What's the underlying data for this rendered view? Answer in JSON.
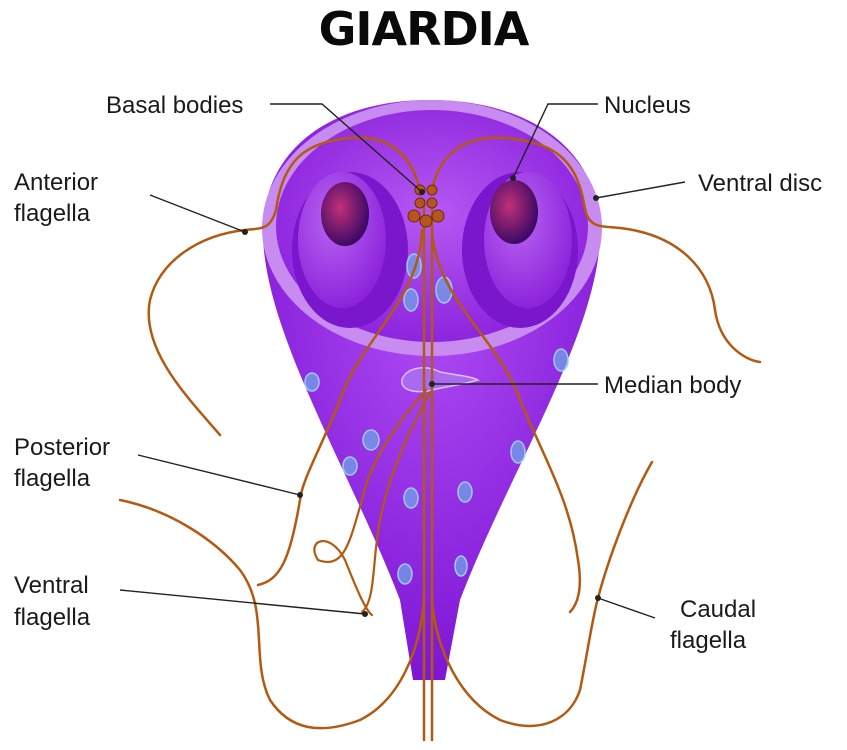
{
  "title": "GIARDIA",
  "colors": {
    "body": "#8a1de0",
    "body_light": "#c98af2",
    "disc_inner": "#a93df0",
    "nucleus_outer": "#9a30e6",
    "nucleus_inner": "#5a0f8a",
    "flagella": "#b25a10",
    "vesicle": "#7ab0e8"
  },
  "labels": {
    "basal_bodies": "Basal bodies",
    "nucleus": "Nucleus",
    "anterior_1": "Anterior",
    "anterior_2": "flagella",
    "ventral_disc": "Ventral disc",
    "median_body": "Median body",
    "posterior_1": "Posterior",
    "posterior_2": "flagella",
    "ventral_1": "Ventral",
    "ventral_2": "flagella",
    "caudal_1": "Caudal",
    "caudal_2": "flagella"
  }
}
